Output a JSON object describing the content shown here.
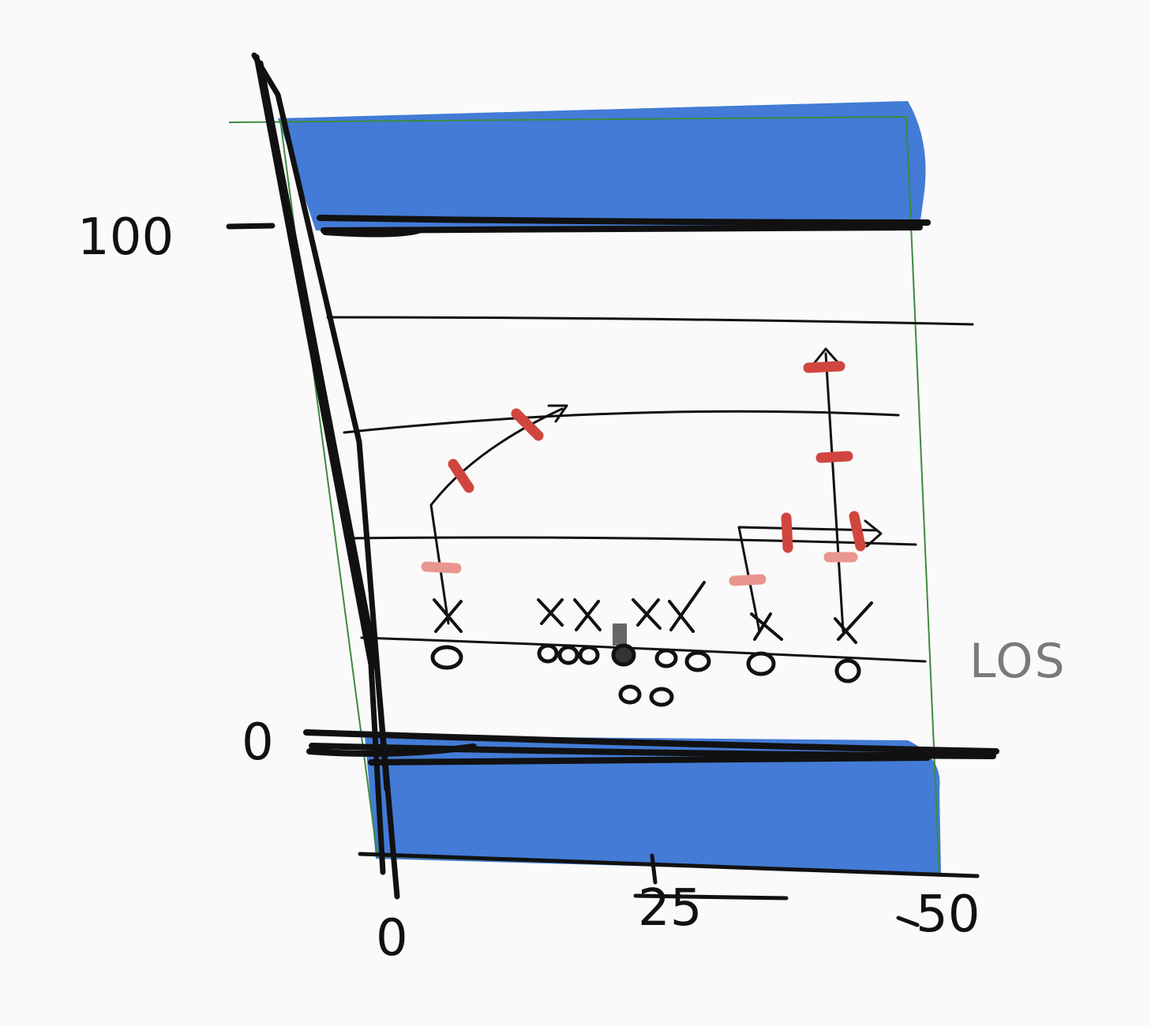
{
  "axis_labels": {
    "y_top": "100",
    "y_bottom": "0",
    "x_left": "0",
    "x_mid": "25",
    "x_right": "50"
  },
  "annotation": "LOS",
  "colors": {
    "background": "#fafafa",
    "endzone": "#2f6dd2",
    "ink": "#111111",
    "field_border": "#3f8a3f",
    "route_mark": "#d0463e",
    "route_mark_light": "#e9968f",
    "ball": "#666666",
    "los_label": "#7a7a7a"
  },
  "symbols": {
    "offense": "o",
    "defense": "x"
  }
}
